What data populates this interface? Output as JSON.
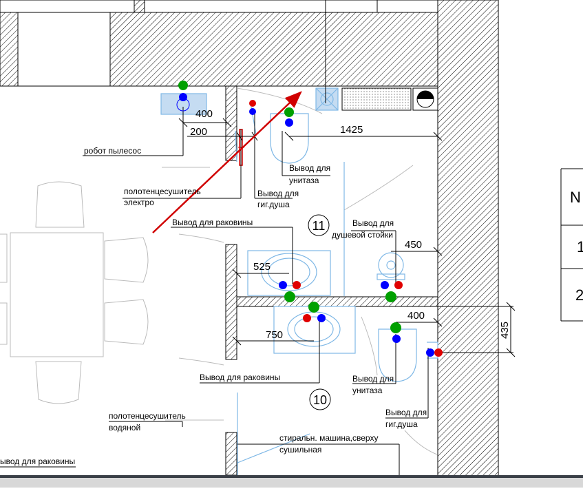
{
  "plan": {
    "labels": {
      "robot": "робот пылесос",
      "towel_electric_1": "полотенцесушитель",
      "towel_electric_2": "электро",
      "hyg_shower_top_1": "Вывод для",
      "hyg_shower_top_2": "гиг.душа",
      "toilet_top_1": "Вывод для",
      "toilet_top_2": "унитаза",
      "sink_top": "Вывод для раковины",
      "shower_rack_1": "Вывод для",
      "shower_rack_2": "душевой стойки",
      "sink_bottom": "Вывод для раковины",
      "toilet_bottom_1": "Вывод для",
      "toilet_bottom_2": "унитаза",
      "hyg_shower_bottom_1": "Вывод для",
      "hyg_shower_bottom_2": "гиг.душа",
      "towel_water_1": "полотенцесушитель",
      "towel_water_2": "водяной",
      "washer_1": "стиральн. машина,сверху",
      "washer_2": "сушильная",
      "sink_left": "ывод для раковины"
    },
    "dimensions": {
      "d400_top": "400",
      "d200": "200",
      "d1425": "1425",
      "d525": "525",
      "d450": "450",
      "d750": "750",
      "d400_right": "400",
      "d435": "435"
    },
    "rooms": {
      "room_11": "11",
      "room_10": "10"
    },
    "colors": {
      "cold_water": "#0000ff",
      "hot_water": "#e00000",
      "sewer": "#00a000",
      "arrow": "#d00000",
      "fixture_blue": "#7fb8e6"
    }
  },
  "table": {
    "header": "N",
    "row1": "1",
    "row2": "2"
  }
}
